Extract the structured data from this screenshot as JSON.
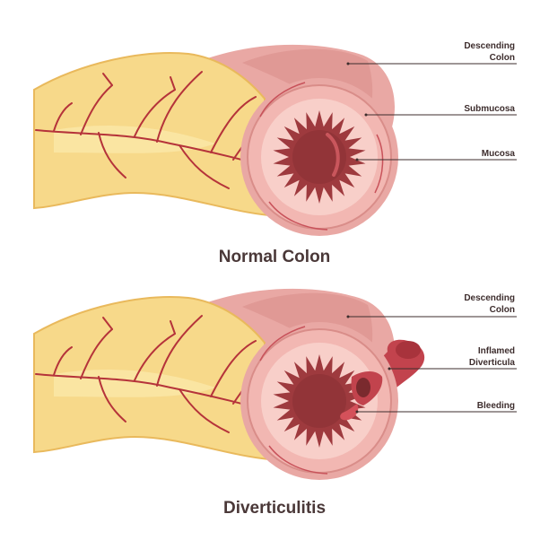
{
  "normal": {
    "title": "Normal Colon",
    "labels": {
      "descending_line1": "Descending",
      "descending_line2": "Colon",
      "submucosa": "Submucosa",
      "mucosa": "Mucosa"
    }
  },
  "diverticulitis": {
    "title": "Diverticulitis",
    "labels": {
      "descending_line1": "Descending",
      "descending_line2": "Colon",
      "inflamed_line1": "Inflamed",
      "inflamed_line2": "Diverticula",
      "bleeding": "Bleeding"
    }
  },
  "colors": {
    "fat": "#f7d98a",
    "fat_light": "#fae7a8",
    "fat_outline": "#e9b95c",
    "vessel": "#b5333a",
    "outer_tube": "#e9a8a4",
    "outer_tube_dark": "#d98d89",
    "ring_outer": "#f2b7b2",
    "ring_inner": "#f8cfc9",
    "lumen": "#9e3a3e",
    "lumen_dark": "#7a2a2e",
    "inflamed": "#c2434d",
    "label_line": "#3d2d2d"
  }
}
